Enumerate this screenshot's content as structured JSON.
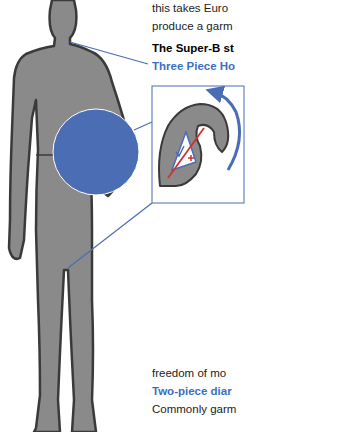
{
  "diagram": {
    "labels": [
      "this takes Euro",
      "produce a garm",
      "The Super-B st",
      "Three Piece Ho",
      "freedom of mo",
      "Two-piece diar",
      "Commonly garm"
    ]
  }
}
